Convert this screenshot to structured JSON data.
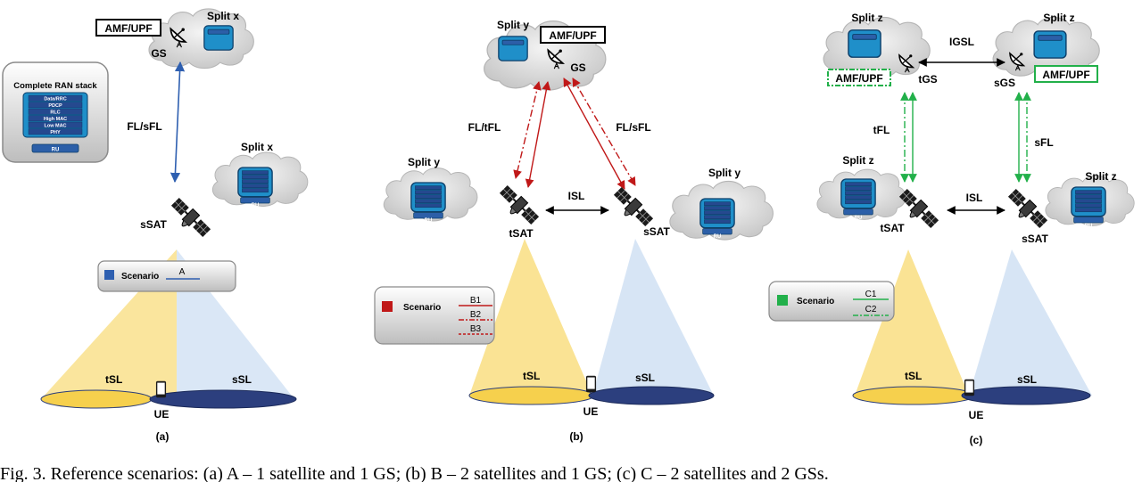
{
  "labels": {
    "amf_upf": "AMF/UPF",
    "gs": "GS",
    "tgs": "tGS",
    "sgs": "sGS",
    "igsl": "IGSL",
    "split_x": "Split x",
    "split_y": "Split y",
    "split_z": "Split z",
    "ssat": "sSAT",
    "tsat": "tSAT",
    "isl": "ISL",
    "fl_sfl": "FL/sFL",
    "fl_tfl": "FL/tFL",
    "tfl": "tFL",
    "sfl": "sFL",
    "tsl": "tSL",
    "ssl": "sSL",
    "ue": "UE",
    "ru": "RU",
    "scenario": "Scenario"
  },
  "ran_stack": {
    "title": "Complete RAN stack",
    "layers": [
      "Data/RRC",
      "PDCP",
      "RLC",
      "High MAC",
      "Low MAC",
      "PHY"
    ],
    "ru": "RU"
  },
  "legends": {
    "a": {
      "items": [
        "A"
      ]
    },
    "b": {
      "items": [
        "B1",
        "B2",
        "B3"
      ]
    },
    "c": {
      "items": [
        "C1",
        "C2"
      ]
    }
  },
  "panels": {
    "a": "(a)",
    "b": "(b)",
    "c": "(c)"
  },
  "caption": "Fig. 3. Reference scenarios: (a) A – 1 satellite and 1 GS; (b) B – 2 satellites and 1 GS; (c) C – 2 satellites and 2 GSs."
}
